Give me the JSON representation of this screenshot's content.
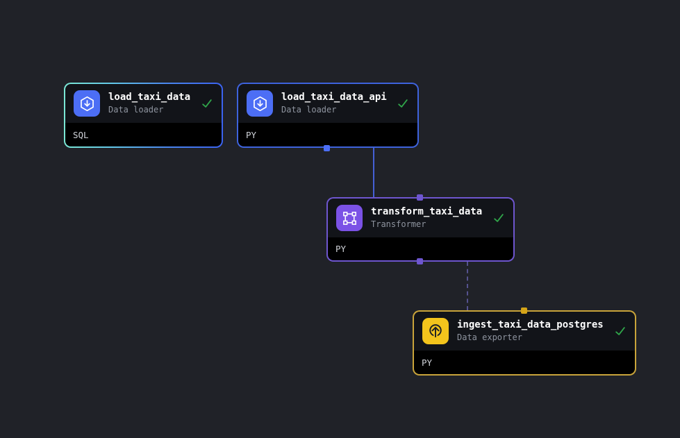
{
  "view": {
    "name": "pipeline dependency graph",
    "background_color": "#202228"
  },
  "colors": {
    "data_loader_accent": "#4c6ef5",
    "data_loader_border": "#3e63dd",
    "sql_block_border_gradient": [
      "#7ae7d4",
      "#3b63f1"
    ],
    "transformer_accent": "#7b52e6",
    "transformer_border": "#6e56cf",
    "data_exporter_accent": "#f3c41c",
    "data_exporter_border": "#c9a43a",
    "edge_solid": "#4560d6",
    "edge_dashed": "#55528f",
    "success_check": "#30a64a",
    "node_header_bg": "#121419",
    "node_footer_bg": "#000000"
  },
  "nodes": [
    {
      "title": "load_taxi_data",
      "type": "Data loader",
      "language": "SQL",
      "status": "successful",
      "icon": "data-loader-hexagon-download",
      "accent": "teal-blue-gradient"
    },
    {
      "title": "load_taxi_data_api",
      "type": "Data loader",
      "language": "PY",
      "status": "successful",
      "icon": "data-loader-hexagon-download",
      "accent": "blue"
    },
    {
      "title": "transform_taxi_data",
      "type": "Transformer",
      "language": "PY",
      "status": "successful",
      "icon": "transformer-vector-square",
      "accent": "purple"
    },
    {
      "title": "ingest_taxi_data_postgres",
      "type": "Data exporter",
      "language": "PY",
      "status": "successful",
      "icon": "data-exporter-upload-circle",
      "accent": "gold"
    }
  ],
  "edges": [
    {
      "from": "load_taxi_data_api",
      "to": "transform_taxi_data",
      "style": "solid"
    },
    {
      "from": "transform_taxi_data",
      "to": "ingest_taxi_data_postgres",
      "style": "dashed"
    }
  ]
}
